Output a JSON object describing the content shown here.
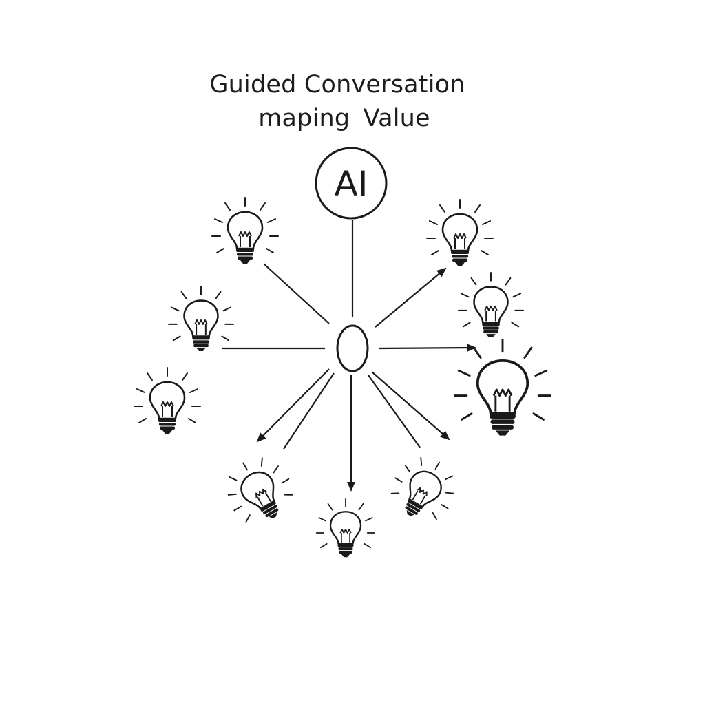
{
  "title": {
    "line1": "Guided Conversation",
    "line2": "maping  Value"
  },
  "ai_node": {
    "label": "AI"
  },
  "hub": {
    "shape": "ellipse"
  },
  "bulb_icon": "lightbulb-icon",
  "colors": {
    "ink": "#1a1a1a",
    "background": "#ffffff"
  }
}
